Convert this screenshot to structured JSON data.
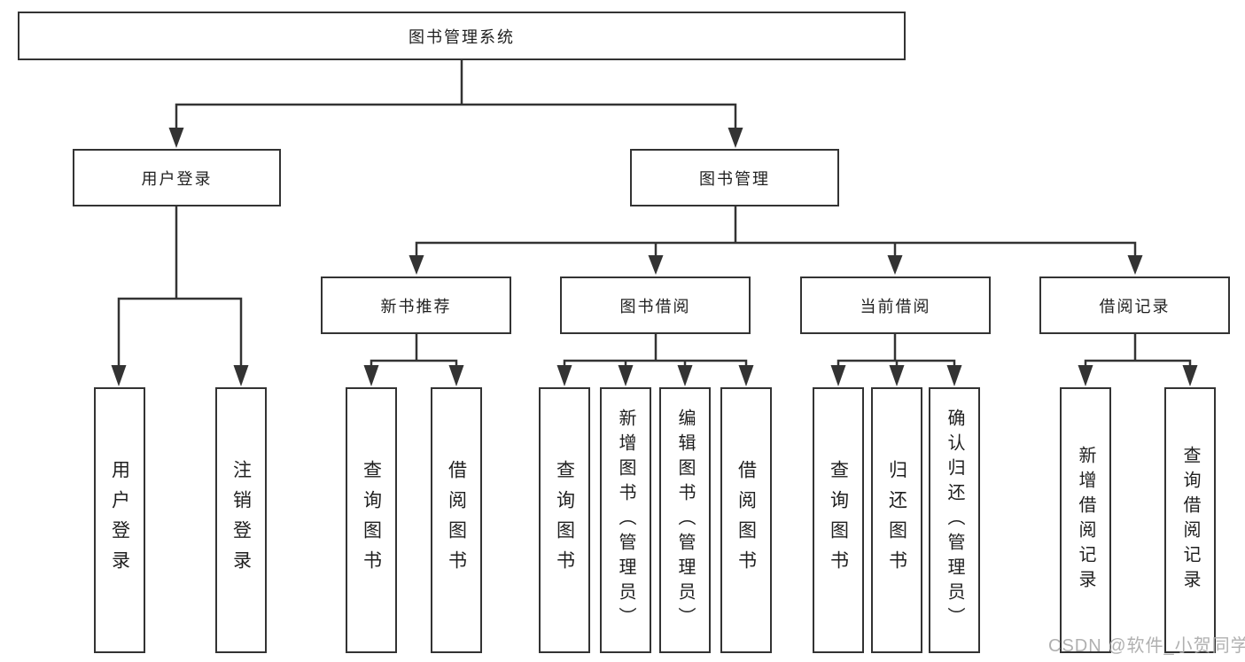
{
  "tree": {
    "root": {
      "label": "图书管理系统"
    },
    "userLogin": {
      "label": "用户登录",
      "children": [
        "用户登录",
        "注销登录"
      ]
    },
    "bookMgmt": {
      "label": "图书管理",
      "groups": [
        {
          "label": "新书推荐",
          "children": [
            "查询图书",
            "借阅图书"
          ]
        },
        {
          "label": "图书借阅",
          "children": [
            "查询图书",
            "新增图书（管理员）",
            "编辑图书（管理员）",
            "借阅图书"
          ]
        },
        {
          "label": "当前借阅",
          "children": [
            "查询图书",
            "归还图书",
            "确认归还（管理员）"
          ]
        },
        {
          "label": "借阅记录",
          "children": [
            "新增借阅记录",
            "查询借阅记录"
          ]
        }
      ]
    }
  },
  "watermark": {
    "text": "CSDN @软件_小贺同学"
  },
  "colors": {
    "line": "#333333",
    "box_border": "#333333",
    "text": "#1f1f1f",
    "watermark": "#acacac",
    "background": "#ffffff"
  }
}
